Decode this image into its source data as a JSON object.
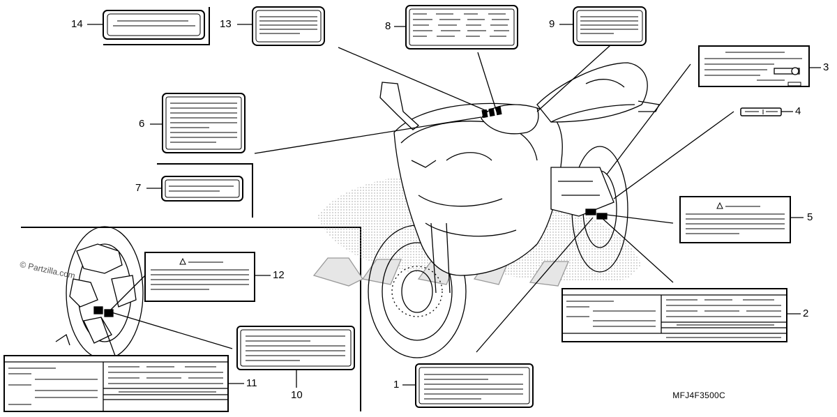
{
  "diagram": {
    "watermark": "© Partzilla.com",
    "part_code": "MFJ4F3500C",
    "callouts": [
      "14",
      "13",
      "8",
      "9",
      "3",
      "4",
      "6",
      "7",
      "5",
      "12",
      "2",
      "11",
      "10",
      "1"
    ]
  }
}
